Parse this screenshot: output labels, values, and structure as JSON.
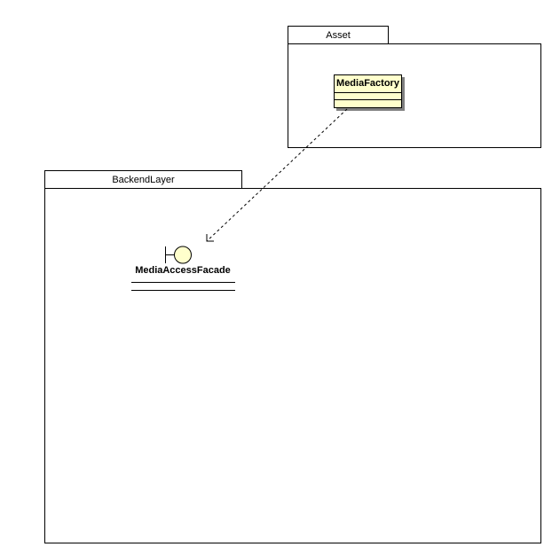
{
  "diagram": {
    "type": "uml-package-diagram",
    "packages": [
      {
        "name": "Asset"
      },
      {
        "name": "BackendLayer"
      }
    ],
    "nodes": [
      {
        "type": "class",
        "name": "MediaFactory",
        "package": "Asset",
        "compartments": [
          "",
          ""
        ]
      },
      {
        "type": "lollipop-interface",
        "name": "MediaAccessFacade",
        "package": "BackendLayer"
      }
    ],
    "edges": [
      {
        "type": "dependency",
        "style": "dashed",
        "arrowhead": "open",
        "from": "MediaFactory",
        "to": "MediaAccessFacade"
      }
    ],
    "colors": {
      "node-fill": "#ffffcc",
      "node-border": "#000000",
      "shadow": "#808080",
      "line": "#000000",
      "background": "#ffffff"
    }
  }
}
